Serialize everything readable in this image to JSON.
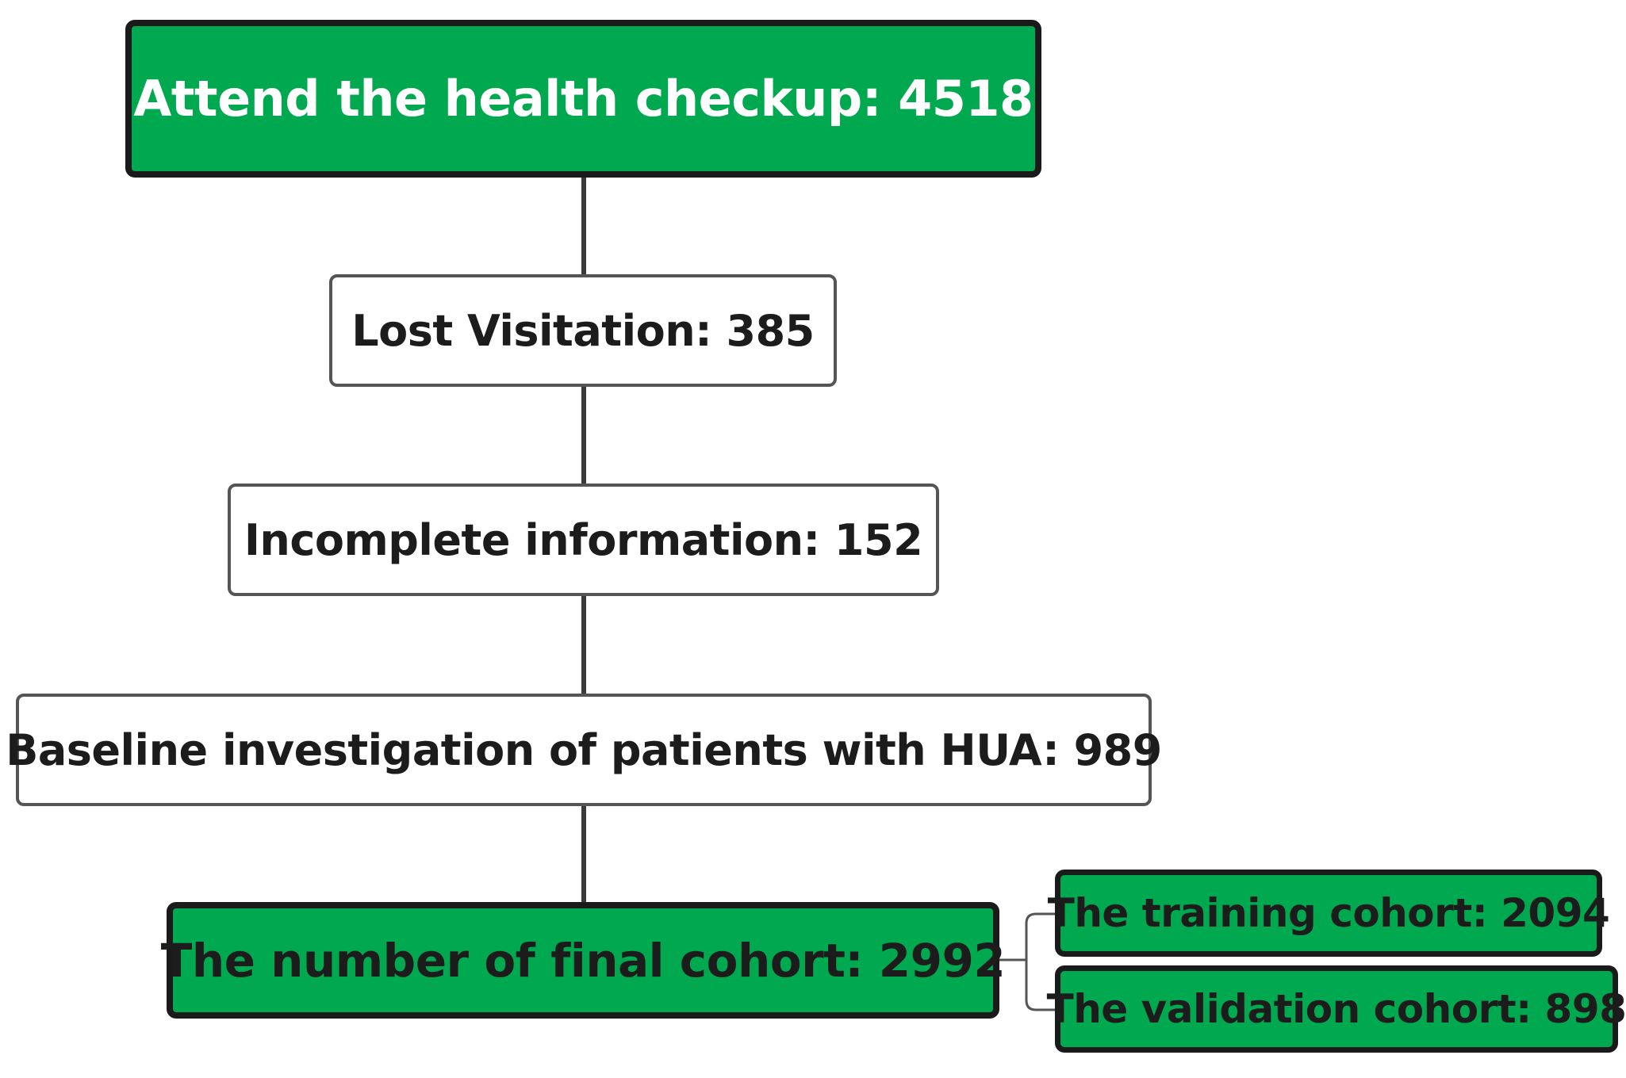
{
  "diagram": {
    "attend": {
      "label": "Attend  the health checkup:  4518"
    },
    "lost": {
      "label": "Lost Visitation:  385"
    },
    "incomplete": {
      "label": "Incomplete information:  152"
    },
    "baseline": {
      "label": "Baseline investigation of patients with HUA:  989"
    },
    "final": {
      "label": "The number of final cohort:  2992"
    },
    "training": {
      "label": "The training cohort:  2094"
    },
    "validation": {
      "label": "The validation cohort:  898"
    }
  },
  "colors": {
    "highlight_fill": "#00a94f",
    "highlight_border": "#1a1a1a",
    "plain_border": "#555555",
    "connector": "#3a3a3a"
  }
}
